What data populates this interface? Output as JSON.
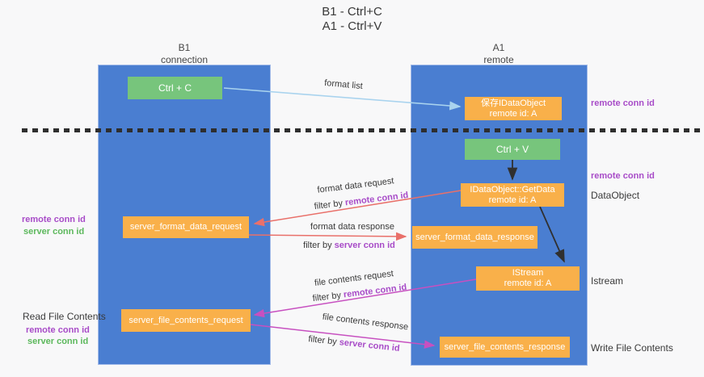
{
  "title": {
    "line1": "B1 - Ctrl+C",
    "line2": "A1 - Ctrl+V"
  },
  "lifelines": {
    "left": {
      "name": "B1",
      "role": "connection"
    },
    "right": {
      "name": "A1",
      "role": "remote"
    }
  },
  "boxes": {
    "ctrl_c": {
      "label": "Ctrl + C"
    },
    "ctrl_v": {
      "label": "Ctrl + V"
    },
    "save_dataobject": {
      "line1": "保存IDataObject",
      "line2": "remote id: A"
    },
    "getdata": {
      "line1": "IDataObject::GetData",
      "line2": "remote id: A"
    },
    "istream": {
      "line1": "IStream",
      "line2": "remote id: A"
    },
    "format_request": {
      "label": "server_format_data_request"
    },
    "format_response": {
      "label": "server_format_data_response"
    },
    "file_request": {
      "label": "server_file_contents_request"
    },
    "file_response": {
      "label": "server_file_contents_response"
    }
  },
  "edge_labels": {
    "format_list": "format list",
    "format_data_request": "format data request",
    "format_data_response": "format data response",
    "file_contents_request": "file contents request",
    "file_contents_response": "file contents response",
    "filter_by": "filter by ",
    "remote_conn_id": "remote conn id",
    "server_conn_id": "server conn id"
  },
  "annotations": {
    "right_top_conn": "remote conn id",
    "right_mid_conn": "remote conn id",
    "dataobject": "DataObject",
    "istream": "Istream",
    "write_file": "Write File Contents",
    "read_file": "Read File Contents",
    "left_mid_remote": "remote conn id",
    "left_mid_server": "server conn id",
    "left_bottom_remote": "remote conn id",
    "left_bottom_server": "server conn id"
  },
  "colors": {
    "lifeline_blue": "#4a7ed1",
    "box_orange": "#f9b04a",
    "box_green": "#77c57c",
    "purple_text": "#a84cc8",
    "green_text": "#5cb85c",
    "red_arrow": "#e9706a",
    "magenta_arrow": "#c750c0",
    "lightblue_arrow": "#a9d3ee",
    "black_arrow": "#303030"
  }
}
